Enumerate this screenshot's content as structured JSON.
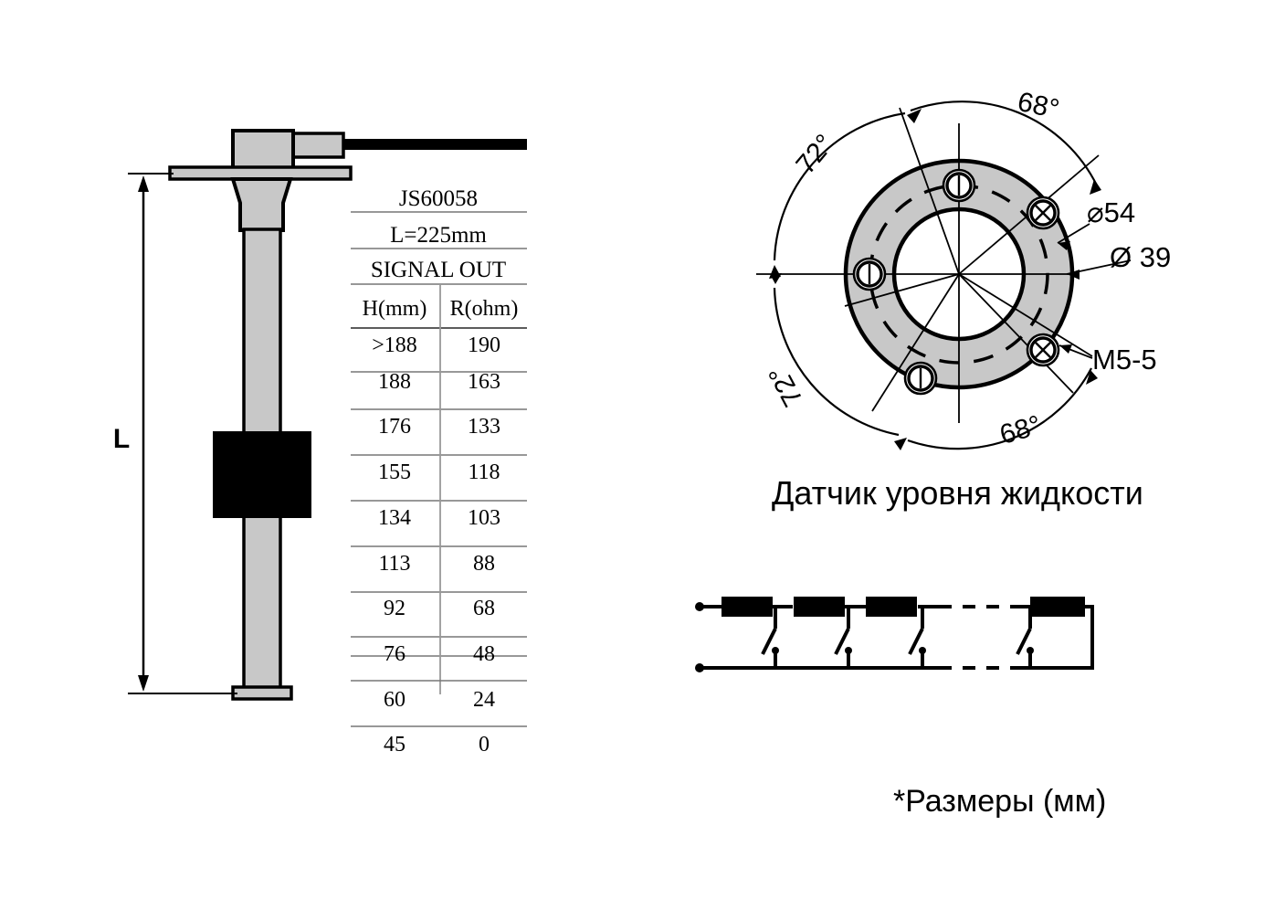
{
  "document": {
    "type": "technical-drawing",
    "title": "Датчик уровня жидкости",
    "units_note": "*Размеры (мм)",
    "background_color": "#ffffff",
    "line_color": "#000000",
    "metal_fill_color": "#c8c8c8",
    "float_fill_color": "#000000"
  },
  "probe": {
    "dimension_label": "L",
    "parts": {
      "connector_label": "connector-housing",
      "cable_label": "cable",
      "flange_label": "mounting-flange",
      "neck_label": "neck",
      "tube_label": "probe-tube",
      "float_label": "float",
      "end_cap_label": "end-cap"
    }
  },
  "spec_table": {
    "model": "JS60058",
    "length": "L=225mm",
    "signal": "SIGNAL OUT",
    "columns": [
      "H(mm)",
      "R(ohm)"
    ],
    "rows": [
      {
        "h": ">188",
        "r": "190"
      },
      {
        "h": "188",
        "r": "163"
      },
      {
        "h": "176",
        "r": "133"
      },
      {
        "h": "155",
        "r": "118"
      },
      {
        "h": "134",
        "r": "103"
      },
      {
        "h": "113",
        "r": "88"
      },
      {
        "h": "92",
        "r": "68"
      },
      {
        "h": "76",
        "r": "48"
      },
      {
        "h": "60",
        "r": "24"
      },
      {
        "h": "45",
        "r": "0"
      }
    ]
  },
  "flange_view": {
    "caption": "Датчик уровня жидкости",
    "angles": {
      "top_right": "68°",
      "top_left": "72°",
      "bottom_left": "72°",
      "bottom_right": "68°"
    },
    "callouts": {
      "bolt_circle": "⌀54",
      "bore": "Ø 39",
      "thread": "M5-5"
    },
    "hole_count": 5
  },
  "circuit": {
    "name": "resistor-ladder-reed-switch-chain",
    "resistor_count": 4,
    "switch_count": 4,
    "continuation": "dashed"
  },
  "footer": {
    "units_note": "*Размеры (мм)"
  }
}
